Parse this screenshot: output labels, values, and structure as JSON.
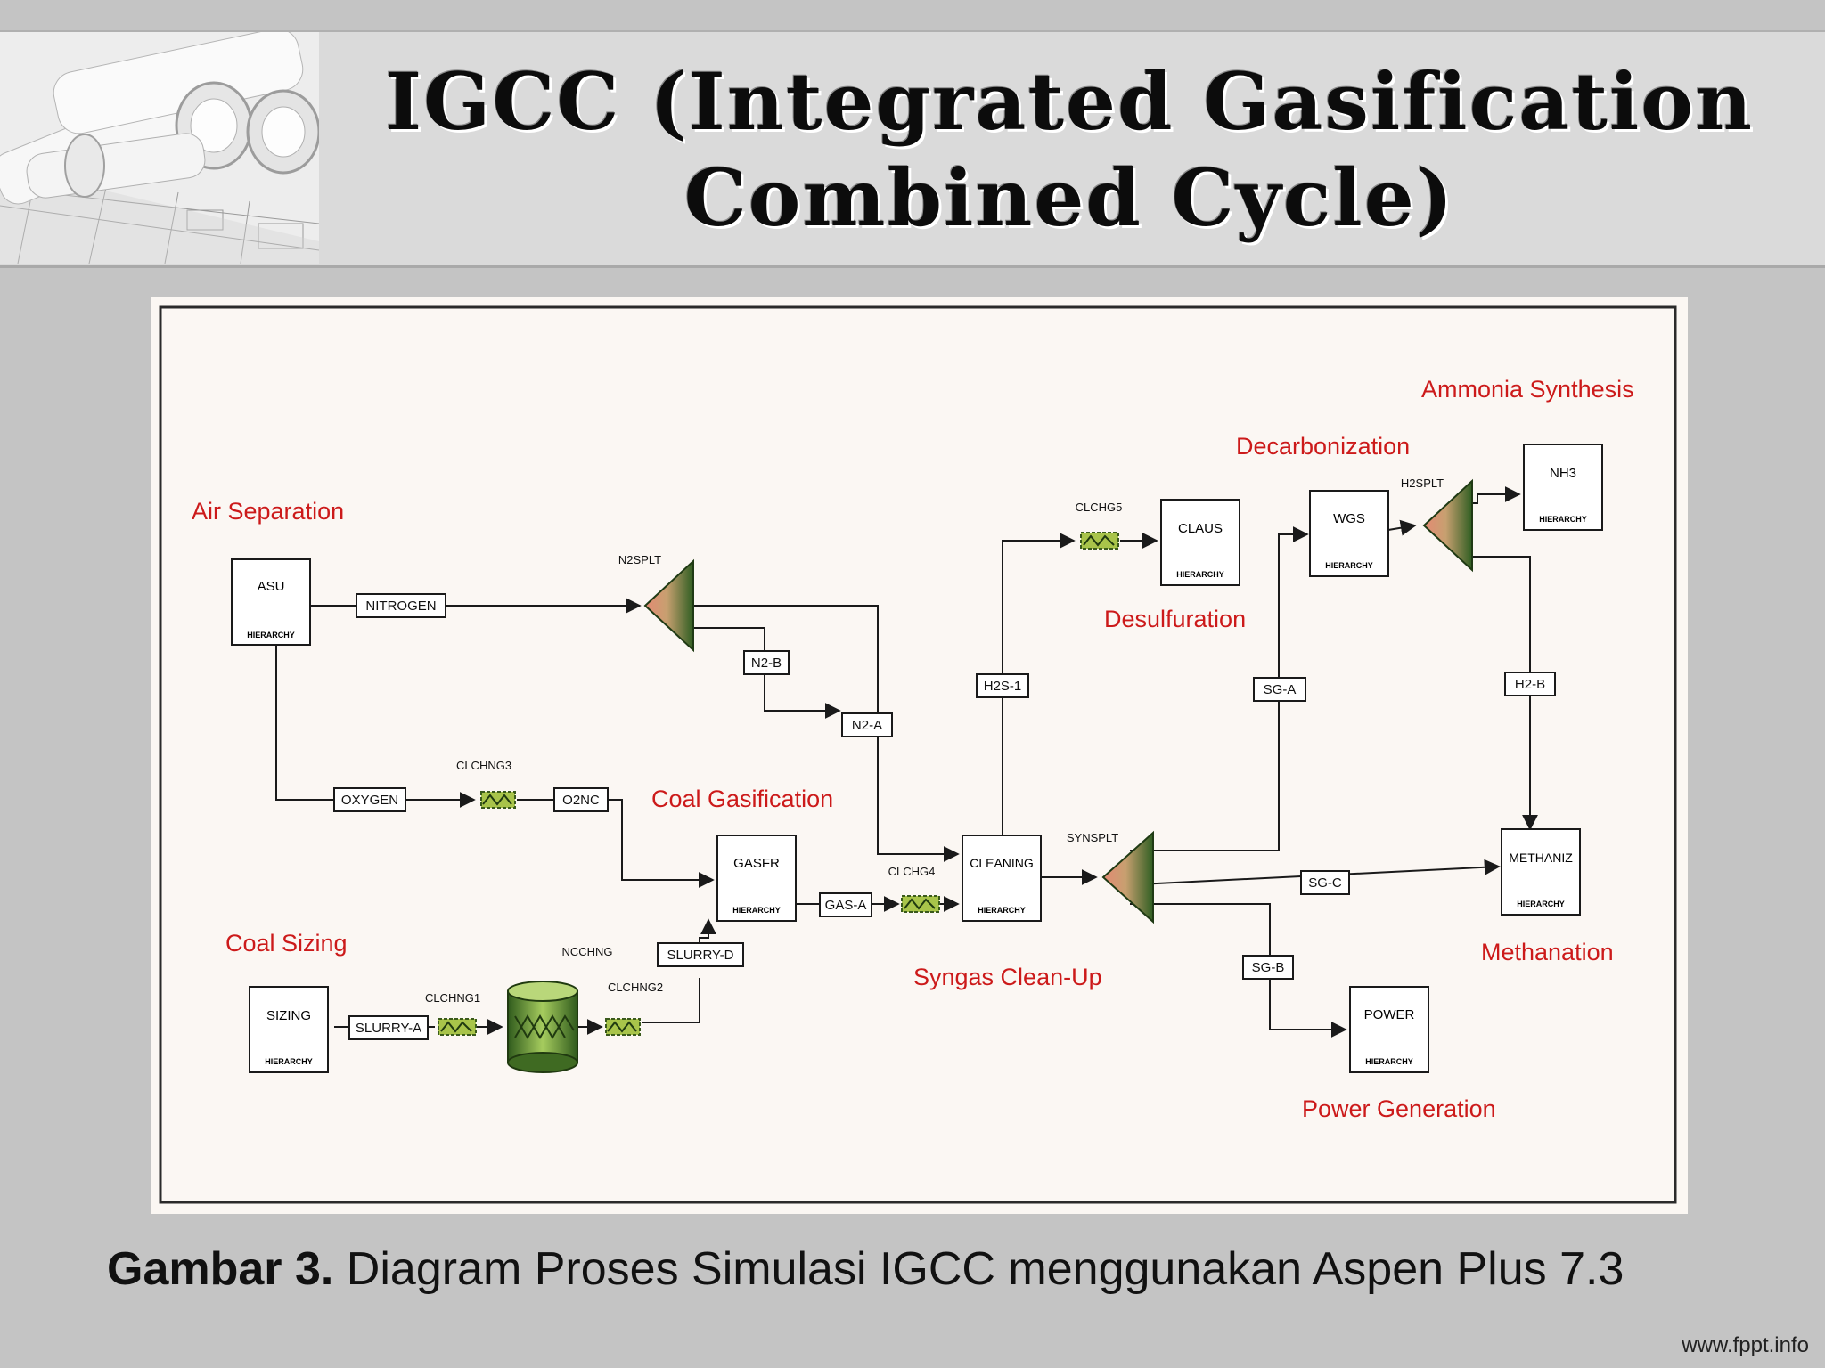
{
  "slide": {
    "title_line1": "IGCC (Integrated Gasification",
    "title_line2": "Combined Cycle)",
    "caption_bold": "Gambar 3.",
    "caption_text": " Diagram Proses Simulasi IGCC menggunakan Aspen Plus 7.3",
    "footer": "www.fppt.info"
  },
  "diagram": {
    "section_labels": {
      "air_separation": "Air Separation",
      "coal_sizing": "Coal Sizing",
      "coal_gasification": "Coal Gasification",
      "syngas_cleanup": "Syngas Clean-Up",
      "desulfuration": "Desulfuration",
      "decarbonization": "Decarbonization",
      "ammonia_synthesis": "Ammonia Synthesis",
      "methanation": "Methanation",
      "power_generation": "Power Generation"
    },
    "blocks": {
      "asu": "ASU",
      "sizing": "SIZING",
      "gasfr": "GASFR",
      "cleaning": "CLEANING",
      "claus": "CLAUS",
      "wgs": "WGS",
      "nh3": "NH3",
      "methaniz": "METHANIZ",
      "power": "POWER",
      "hierarchy": "HIERARCHY"
    },
    "streams": {
      "nitrogen": "NITROGEN",
      "oxygen": "OXYGEN",
      "o2nc": "O2NC",
      "n2b": "N2-B",
      "n2a": "N2-A",
      "h2s1": "H2S-1",
      "sga": "SG-A",
      "h2b": "H2-B",
      "sgc": "SG-C",
      "sgb": "SG-B",
      "gasa": "GAS-A",
      "slurrya": "SLURRY-A",
      "slurryd": "SLURRY-D"
    },
    "unit_labels": {
      "n2splt": "N2SPLT",
      "clchng3": "CLCHNG3",
      "clchg5": "CLCHG5",
      "h2splt": "H2SPLT",
      "synsplt": "SYNSPLT",
      "clchg4": "CLCHG4",
      "ncchng": "NCCHNG",
      "clchng1": "CLCHNG1",
      "clchng2": "CLCHNG2"
    },
    "colors": {
      "section_label": "#cc1a1a",
      "line": "#1a1a1a",
      "splitter_green": "#3c6b2a",
      "splitter_red": "#d8806a",
      "exchanger_green": "#9fbf3c",
      "reactor_green": "#4e7a2a"
    }
  }
}
